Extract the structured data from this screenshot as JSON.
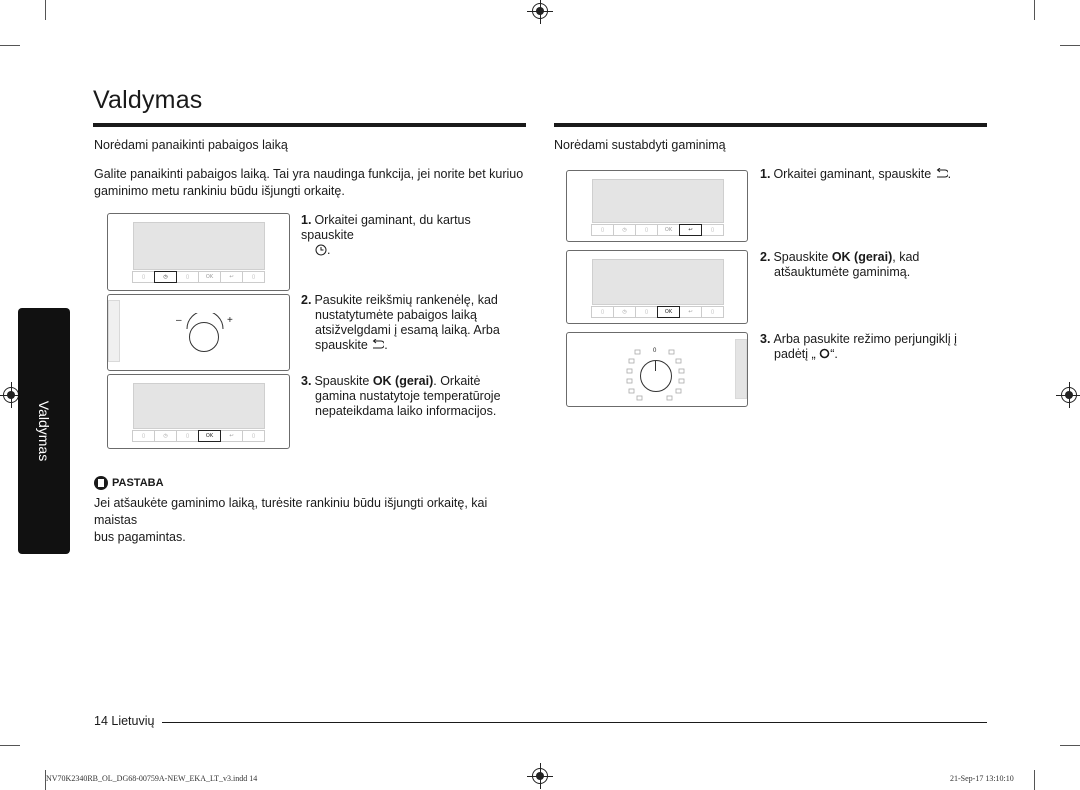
{
  "page": {
    "title": "Valdymas",
    "side_tab": "Valdymas",
    "left": {
      "heading": "Norėdami panaikinti pabaigos laiką",
      "intro_line1": "Galite panaikinti pabaigos laiką. Tai yra naudinga funkcija, jei norite bet kuriuo",
      "intro_line2": "gaminimo metu rankiniu būdu išjungti orkaitę.",
      "step1": {
        "num": "1.",
        "line1": "Orkaitei gaminant, du kartus spauskite",
        "line2": "."
      },
      "step2": {
        "num": "2.",
        "line1": "Pasukite reikšmių rankenėlę, kad",
        "line2": "nustatytumėte pabaigos laiką",
        "line3": "atsižvelgdami į esamą laiką. Arba",
        "line4": "spauskite",
        "line4_end": "."
      },
      "step3": {
        "num": "3.",
        "pre": "Spauskite ",
        "bold": "OK (gerai)",
        "post": ". Orkaitė",
        "line2": "gamina nustatytoje temperatūroje",
        "line3": "nepateikdama laiko informacijos."
      },
      "knob_minus": "–",
      "knob_plus": "+"
    },
    "right": {
      "heading": "Norėdami sustabdyti gaminimą",
      "step1": {
        "num": "1.",
        "text": "Orkaitei gaminant, spauskite",
        "end": "."
      },
      "step2": {
        "num": "2.",
        "pre": "Spauskite ",
        "bold": "OK (gerai)",
        "post": ", kad",
        "line2": "atšauktumėte gaminimą."
      },
      "step3": {
        "num": "3.",
        "line1": "Arba pasukite režimo perjungiklį į",
        "line2_pre": "padėtį „",
        "line2_post": "“."
      },
      "dial_zero": "0"
    },
    "note": {
      "label": "PASTABA",
      "line1": "Jei atšaukėte gaminimo laiką, turėsite rankiniu būdu išjungti orkaitę, kai maistas",
      "line2": "bus pagamintas."
    },
    "panel_buttons": [
      "",
      "",
      "",
      "OK",
      "",
      ""
    ],
    "footer": {
      "page_label": "14 Lietuvių",
      "slug_left": "NV70K2340RB_OL_DG68-00759A-NEW_EKA_LT_v3.indd   14",
      "slug_right": "21-Sep-17   13:10:10"
    }
  },
  "colors": {
    "text": "#1a1a1a",
    "screen": "#e4e4e4",
    "tab": "#111111"
  }
}
